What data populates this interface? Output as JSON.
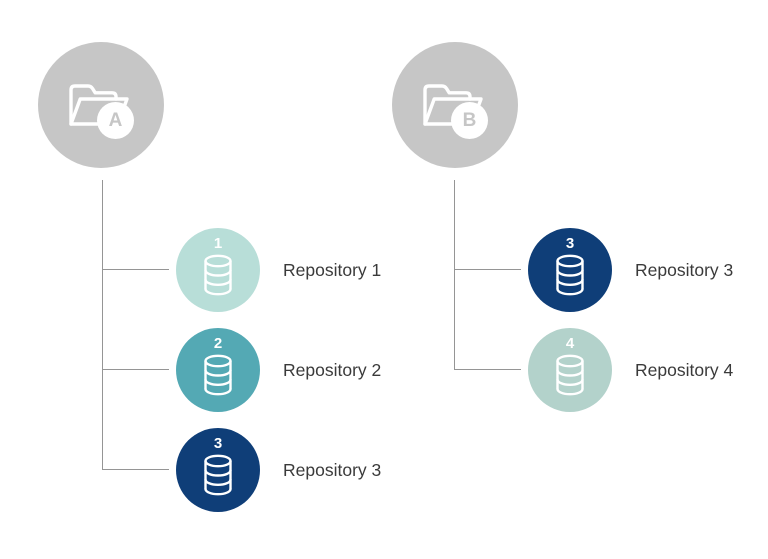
{
  "diagram": {
    "colors": {
      "background": "#ffffff",
      "folder_circle": "#c6c6c6",
      "folder_letter": "#c6c6c6",
      "connector_line": "#959595",
      "label_text": "#3a3a3a",
      "icon_stroke": "#ffffff",
      "repo_number_text": "#ffffff"
    },
    "groups": [
      {
        "name": "Folder A",
        "folder_letter": "A",
        "repos": [
          {
            "number": "1",
            "label": "Repository 1",
            "color": "#b8ded8"
          },
          {
            "number": "2",
            "label": "Repository 2",
            "color": "#54a9b4"
          },
          {
            "number": "3",
            "label": "Repository 3",
            "color": "#0f3e78"
          }
        ]
      },
      {
        "name": "Folder B",
        "folder_letter": "B",
        "repos": [
          {
            "number": "3",
            "label": "Repository 3",
            "color": "#0f3e78"
          },
          {
            "number": "4",
            "label": "Repository 4",
            "color": "#b3d2cb"
          }
        ]
      }
    ]
  }
}
